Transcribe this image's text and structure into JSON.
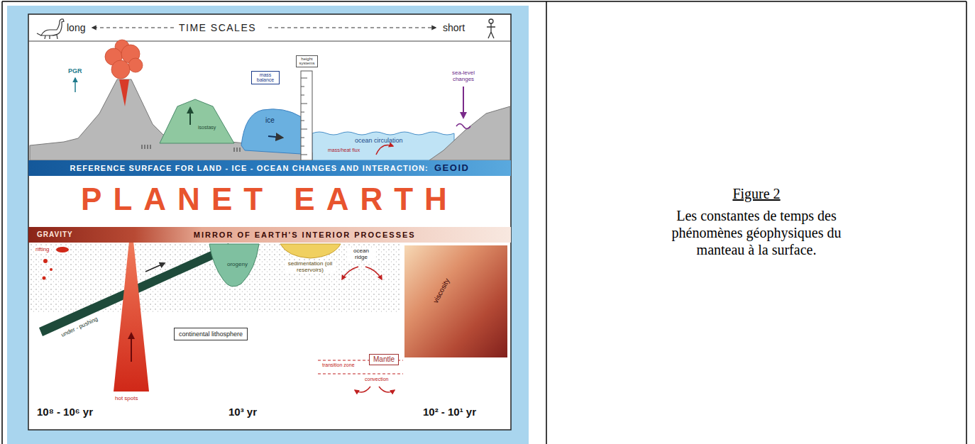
{
  "diagram": {
    "caption": "Les constantes de temps des phénomènes géophysiques du manteau à la surface.",
    "nodes": [
      {
        "text": [
          "mass balance"
        ]
      },
      {
        "text": [
          "height systems"
        ]
      },
      {
        "text": [
          "REFERENCE SURFACE FOR LAND - ICE - OCEAN CHANGES AND INTERACTION:",
          "GEOID"
        ]
      },
      {
        "text": [
          "GRAVITY",
          "MIRROR OF EARTH'S INTERIOR PROCESSES"
        ]
      },
      {
        "text": [
          "continental lithosphere"
        ]
      },
      {
        "text": [
          "Mantle"
        ]
      }
    ],
    "labels": [
      "long",
      "TIME SCALES",
      "short",
      "PGR",
      "isostasy",
      "ice",
      "ocean circulation",
      "mass/heat flux",
      "sea-level changes",
      "PLANET EARTH",
      "rifting",
      "under - pushing",
      "orogeny",
      "sedimentation (oil reservoirs)",
      "ocean ridge",
      "viscosity",
      "hot spots",
      "transition zone",
      "convection",
      "10⁸ - 10⁶ yr",
      "10³ yr",
      "10² - 10¹ yr",
      "Figure 2"
    ]
  }
}
